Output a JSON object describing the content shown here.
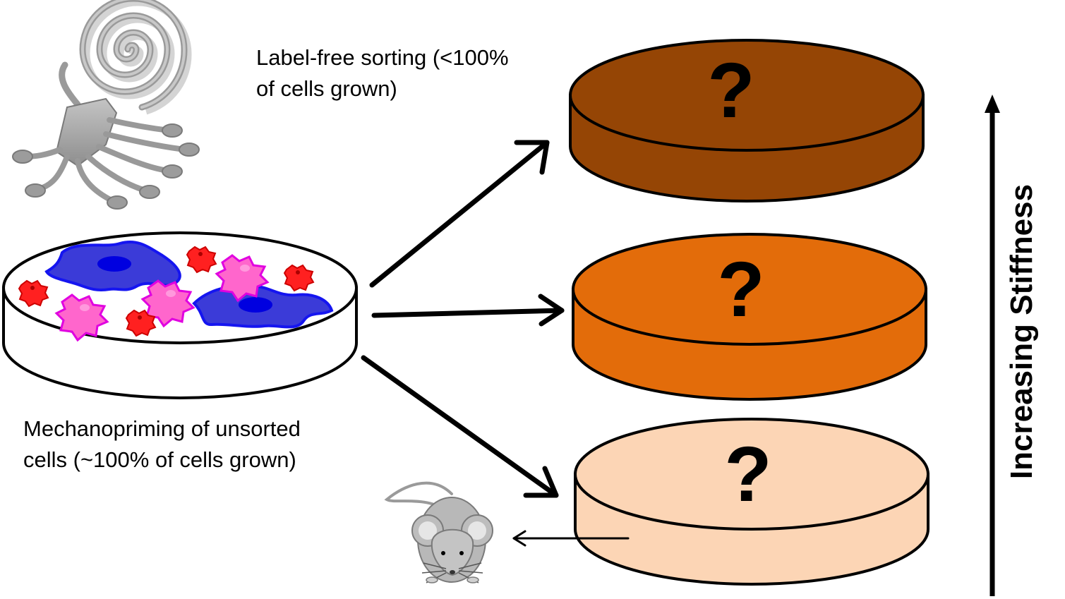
{
  "labels": {
    "sorting": {
      "line1": "Label-free sorting (<100%",
      "line2": "of cells grown)"
    },
    "mechanopriming": {
      "line1": "Mechanopriming of unsorted",
      "line2": "cells (~100% of cells grown)"
    },
    "axis": "Increasing Stiffness"
  },
  "dishes": [
    {
      "mark": "?",
      "color": "#954505"
    },
    {
      "mark": "?",
      "color": "#E36C0A"
    },
    {
      "mark": "?",
      "color": "#FCD5B5"
    }
  ],
  "colors": {
    "large_cell": "#3B3BD8",
    "large_cell_outline": "#1515F0",
    "nucleus": "#0000E0",
    "pink_cell": "#FF66CC",
    "pink_cell_outline": "#E000E0",
    "red_cell": "#FF2020",
    "chip": "#A9A9A9",
    "mouse": "#B8B8B8"
  },
  "icons": {
    "chip": "spiral-microfluidic-chip-icon",
    "mouse": "mouse-icon"
  }
}
